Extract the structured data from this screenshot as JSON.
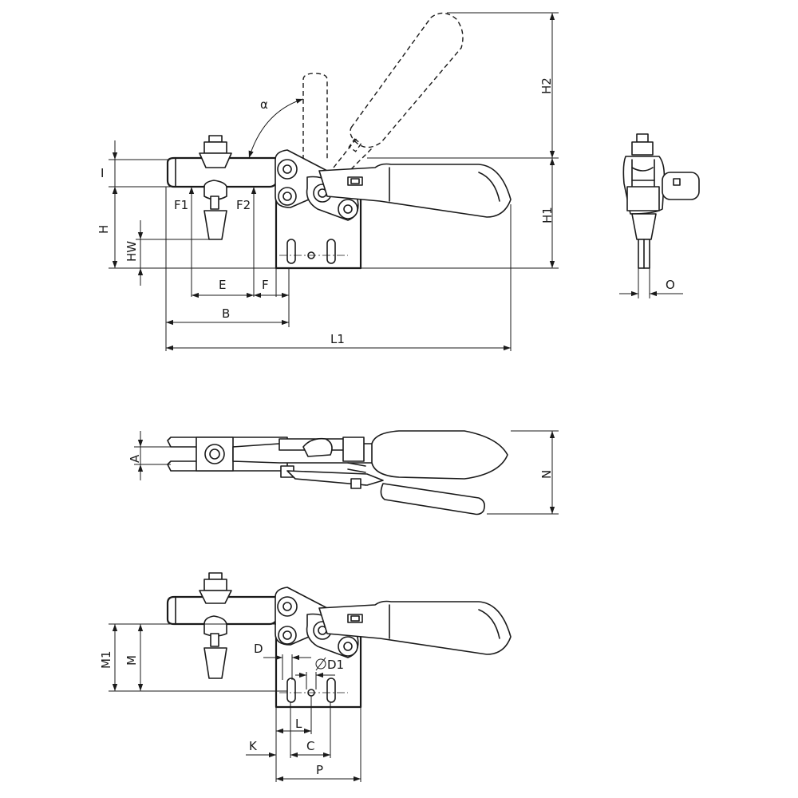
{
  "labels": {
    "I": "I",
    "H": "H",
    "HW": "HW",
    "F1": "F1",
    "F2": "F2",
    "E": "E",
    "F": "F",
    "B": "B",
    "L1": "L1",
    "alpha": "α",
    "H1": "H1",
    "H2": "H2",
    "O": "O",
    "A": "A",
    "N": "N",
    "M1": "M1",
    "M": "M",
    "D": "D",
    "D1": "D1",
    "L": "L",
    "K": "K",
    "C": "C",
    "P": "P"
  }
}
